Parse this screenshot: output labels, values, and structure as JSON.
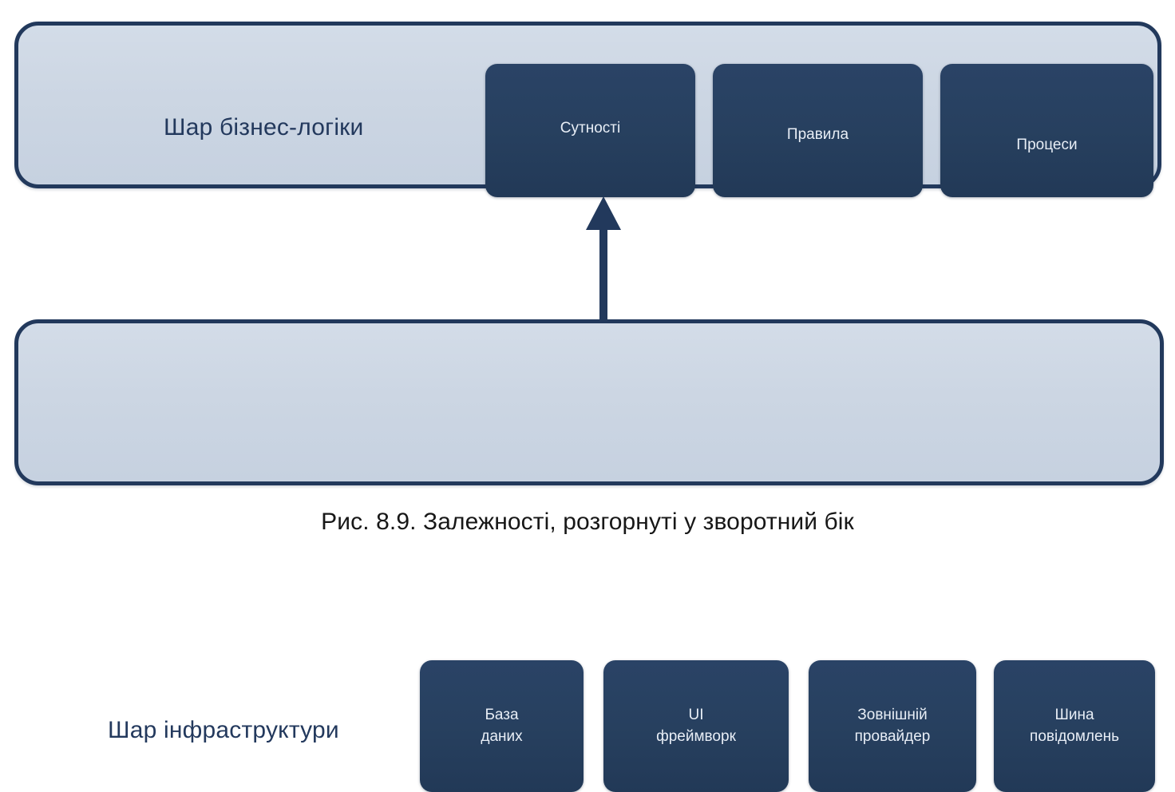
{
  "figure": {
    "caption": "Рис. 8.9. Залежності, розгорнуті у зворотний бік"
  },
  "colors": {
    "panel_fill": "#ccd6e3",
    "panel_border": "#22395c",
    "box_fill": "#27405f",
    "box_text": "#e8eef6",
    "layer_title_text": "#23395d",
    "arrow": "#22395c",
    "caption_text": "#171717",
    "background": "#ffffff"
  },
  "layers": [
    {
      "id": "business",
      "title": "Шар бізнес-логіки",
      "components": [
        {
          "id": "entities",
          "label": "Сутності"
        },
        {
          "id": "rules",
          "label": "Правила"
        },
        {
          "id": "processes",
          "label": "Процеси"
        }
      ]
    },
    {
      "id": "infrastructure",
      "title": "Шар інфраструктури",
      "components": [
        {
          "id": "database",
          "line1": "База",
          "line2": "даних"
        },
        {
          "id": "ui",
          "line1": "UI",
          "line2": "фреймворк"
        },
        {
          "id": "external",
          "line1": "Зовнішній",
          "line2": "провайдер"
        },
        {
          "id": "bus",
          "line1": "Шина",
          "line2": "повідомлень"
        }
      ]
    }
  ],
  "arrow": {
    "name": "dependency-arrow",
    "direction": "up",
    "from_layer": "Шар інфраструктури",
    "to_layer": "Шар бізнес-логіки"
  }
}
